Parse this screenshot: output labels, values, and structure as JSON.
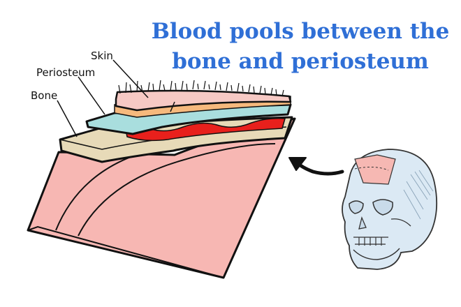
{
  "headline": {
    "line1": "Blood pools between the",
    "line2": "bone and periosteum"
  },
  "labels": {
    "skin": "Skin",
    "periosteum": "Periosteum",
    "bone": "Bone"
  },
  "colors": {
    "headline": "#2f6fd6",
    "skin": "#f6c9c4",
    "periosteum": "#a9dede",
    "blood": "#e8201c",
    "bone": "#e7dab8",
    "skull_section": "#f7b7b3",
    "fat_layer": "#f6b97d",
    "skull": "#dbe9f4"
  }
}
